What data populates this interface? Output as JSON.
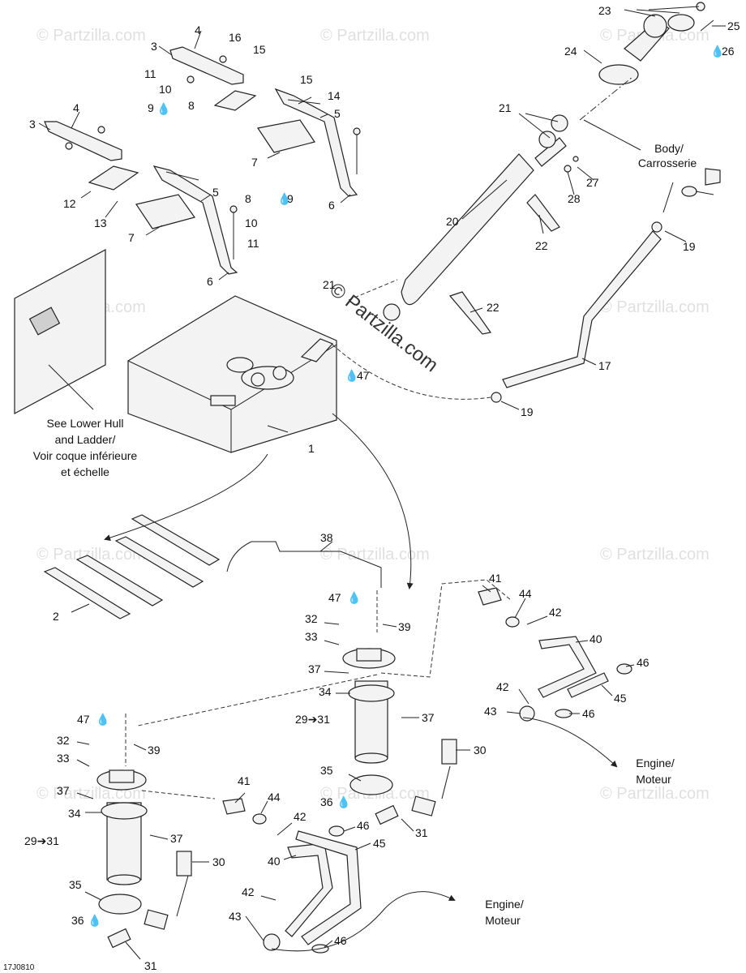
{
  "diagram": {
    "code": "17J0810",
    "watermark": "© Partzilla.com",
    "notes": {
      "hull": [
        "See Lower Hull",
        "and Ladder/",
        "Voir coque inférieure",
        "et échelle"
      ],
      "body": [
        "Body/",
        "Carrosserie"
      ],
      "engine": [
        "Engine/",
        "Moteur"
      ]
    },
    "labels": [
      "1",
      "2",
      "3",
      "4",
      "5",
      "6",
      "7",
      "8",
      "9",
      "10",
      "11",
      "12",
      "13",
      "14",
      "15",
      "16",
      "17",
      "19",
      "20",
      "21",
      "22",
      "23",
      "24",
      "25",
      "26",
      "27",
      "28",
      "29",
      "30",
      "31",
      "32",
      "33",
      "34",
      "35",
      "36",
      "37",
      "38",
      "39",
      "40",
      "41",
      "42",
      "43",
      "44",
      "45",
      "46",
      "47"
    ],
    "arrow_label_29": "29➔31",
    "icons": {
      "sealant": "drop-icon"
    }
  }
}
